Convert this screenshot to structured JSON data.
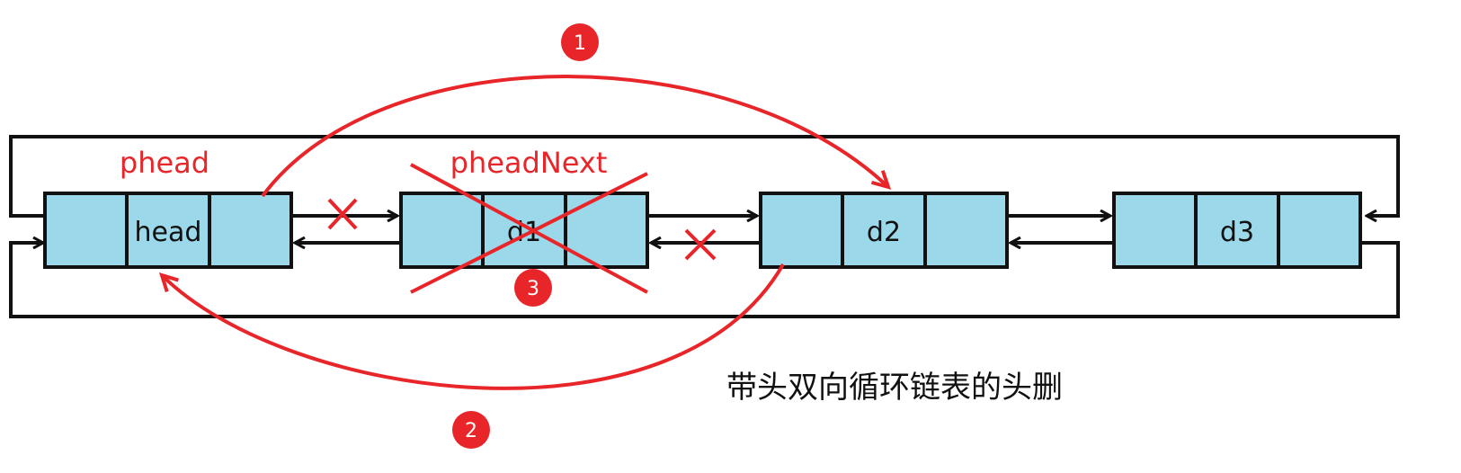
{
  "nodes": [
    {
      "id": "head",
      "label": "head"
    },
    {
      "id": "d1",
      "label": "d1"
    },
    {
      "id": "d2",
      "label": "d2"
    },
    {
      "id": "d3",
      "label": "d3"
    }
  ],
  "pointer_labels": {
    "phead": "phead",
    "pheadNext": "pheadNext"
  },
  "steps": [
    "1",
    "2",
    "3"
  ],
  "caption": "带头双向循环链表的头删",
  "colors": {
    "node_fill": "#9bd8ea",
    "outline": "#111111",
    "annotation": "#e8262a"
  }
}
